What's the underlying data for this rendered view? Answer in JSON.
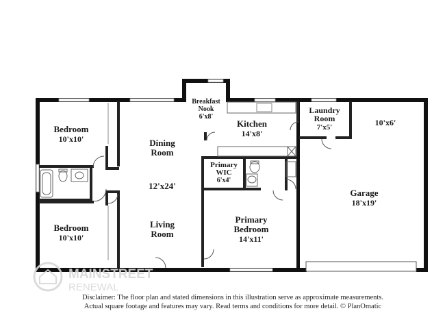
{
  "rooms": {
    "bedroom_top": {
      "name": "Bedroom",
      "size": "10'x10'"
    },
    "bedroom_bottom": {
      "name": "Bedroom",
      "size": "10'x10'"
    },
    "dining": {
      "name_line1": "Dining",
      "name_line2": "Room"
    },
    "great_room_size": "12'x24'",
    "living": {
      "name_line1": "Living",
      "name_line2": "Room"
    },
    "breakfast": {
      "line1": "Breakfast",
      "line2": "Nook",
      "size": "6'x8'"
    },
    "kitchen": {
      "name": "Kitchen",
      "size": "14'x8'"
    },
    "laundry": {
      "line1": "Laundry",
      "line2": "Room",
      "size": "7'x5'"
    },
    "storage_size": "10'x6'",
    "primary_wic": {
      "line1": "Primary",
      "line2": "WIC",
      "size": "6'x4'"
    },
    "primary_bedroom": {
      "line1": "Primary",
      "line2": "Bedroom",
      "size": "14'x11'"
    },
    "garage": {
      "name": "Garage",
      "size": "18'x19'"
    }
  },
  "watermark": {
    "line1": "MAINSTREET",
    "line2": "RENEWAL"
  },
  "disclaimer": {
    "line1": "Disclaimer: The floor plan and stated dimensions in this illustration serve as approximate measurements.",
    "line2": "Actual square footage and features may vary. Read terms and conditions for more detail. © PlanOmatic"
  },
  "colors": {
    "wall": "#111111",
    "fixture": "#777777",
    "watermark": "#d8d8d8"
  }
}
